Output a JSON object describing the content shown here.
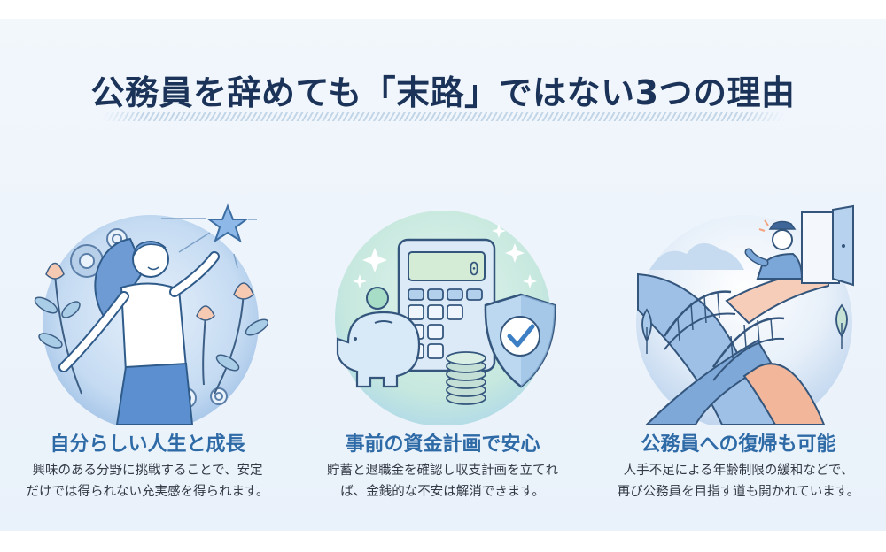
{
  "title": "公務員を辞めても「末路」ではない3つの理由",
  "colors": {
    "title": "#1b3358",
    "heading": "#2d6aa6",
    "body_text": "#333a44",
    "background": "#eef4fb",
    "accent_blue": "#5b8fd0",
    "accent_peach": "#f2b79a",
    "accent_mint": "#bfe6d6"
  },
  "reasons": [
    {
      "illustration": "woman-reaching-for-star-icon",
      "heading": "自分らしい人生と成長",
      "lines": [
        "興味のある分野に挑戦することで、安定",
        "だけでは得られない充実感を得られます。"
      ]
    },
    {
      "illustration": "calculator-piggy-bank-shield-icon",
      "calculator_display": "0",
      "heading": "事前の資金計画で安心",
      "lines": [
        "貯蓄と退職金を確認し収支計画を立てれ",
        "ば、金銭的な不安は解消できます。"
      ]
    },
    {
      "illustration": "bridge-to-civil-servant-door-icon",
      "heading": "公務員への復帰も可能",
      "lines": [
        "人手不足による年齢制限の緩和などで、",
        "再び公務員を目指す道も開かれています。"
      ]
    }
  ]
}
